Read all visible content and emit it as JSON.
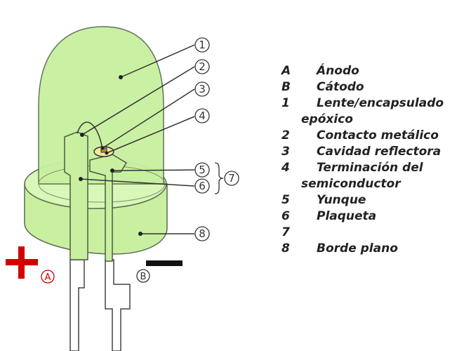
{
  "callouts": [
    "1",
    "2",
    "3",
    "4",
    "5",
    "6",
    "7",
    "8"
  ],
  "terminals": {
    "anode_letter": "A",
    "cathode_letter": "B",
    "plus_color": "#d40000",
    "minus_color": "#111111"
  },
  "colors": {
    "body_fill": "#c8f0a0",
    "body_stroke": "#5a6b50"
  },
  "legend": [
    {
      "key": "A",
      "text": "Ánodo"
    },
    {
      "key": "B",
      "text": "Cátodo"
    },
    {
      "key": "1",
      "text": "Lente/encapsulado epóxico"
    },
    {
      "key": "2",
      "text": "Contacto metálico"
    },
    {
      "key": "3",
      "text": "Cavidad reflectora"
    },
    {
      "key": "4",
      "text": "Terminación del semiconductor"
    },
    {
      "key": "5",
      "text": "Yunque"
    },
    {
      "key": "6",
      "text": "Plaqueta"
    },
    {
      "key": "7",
      "text": ""
    },
    {
      "key": "8",
      "text": "Borde plano"
    }
  ]
}
